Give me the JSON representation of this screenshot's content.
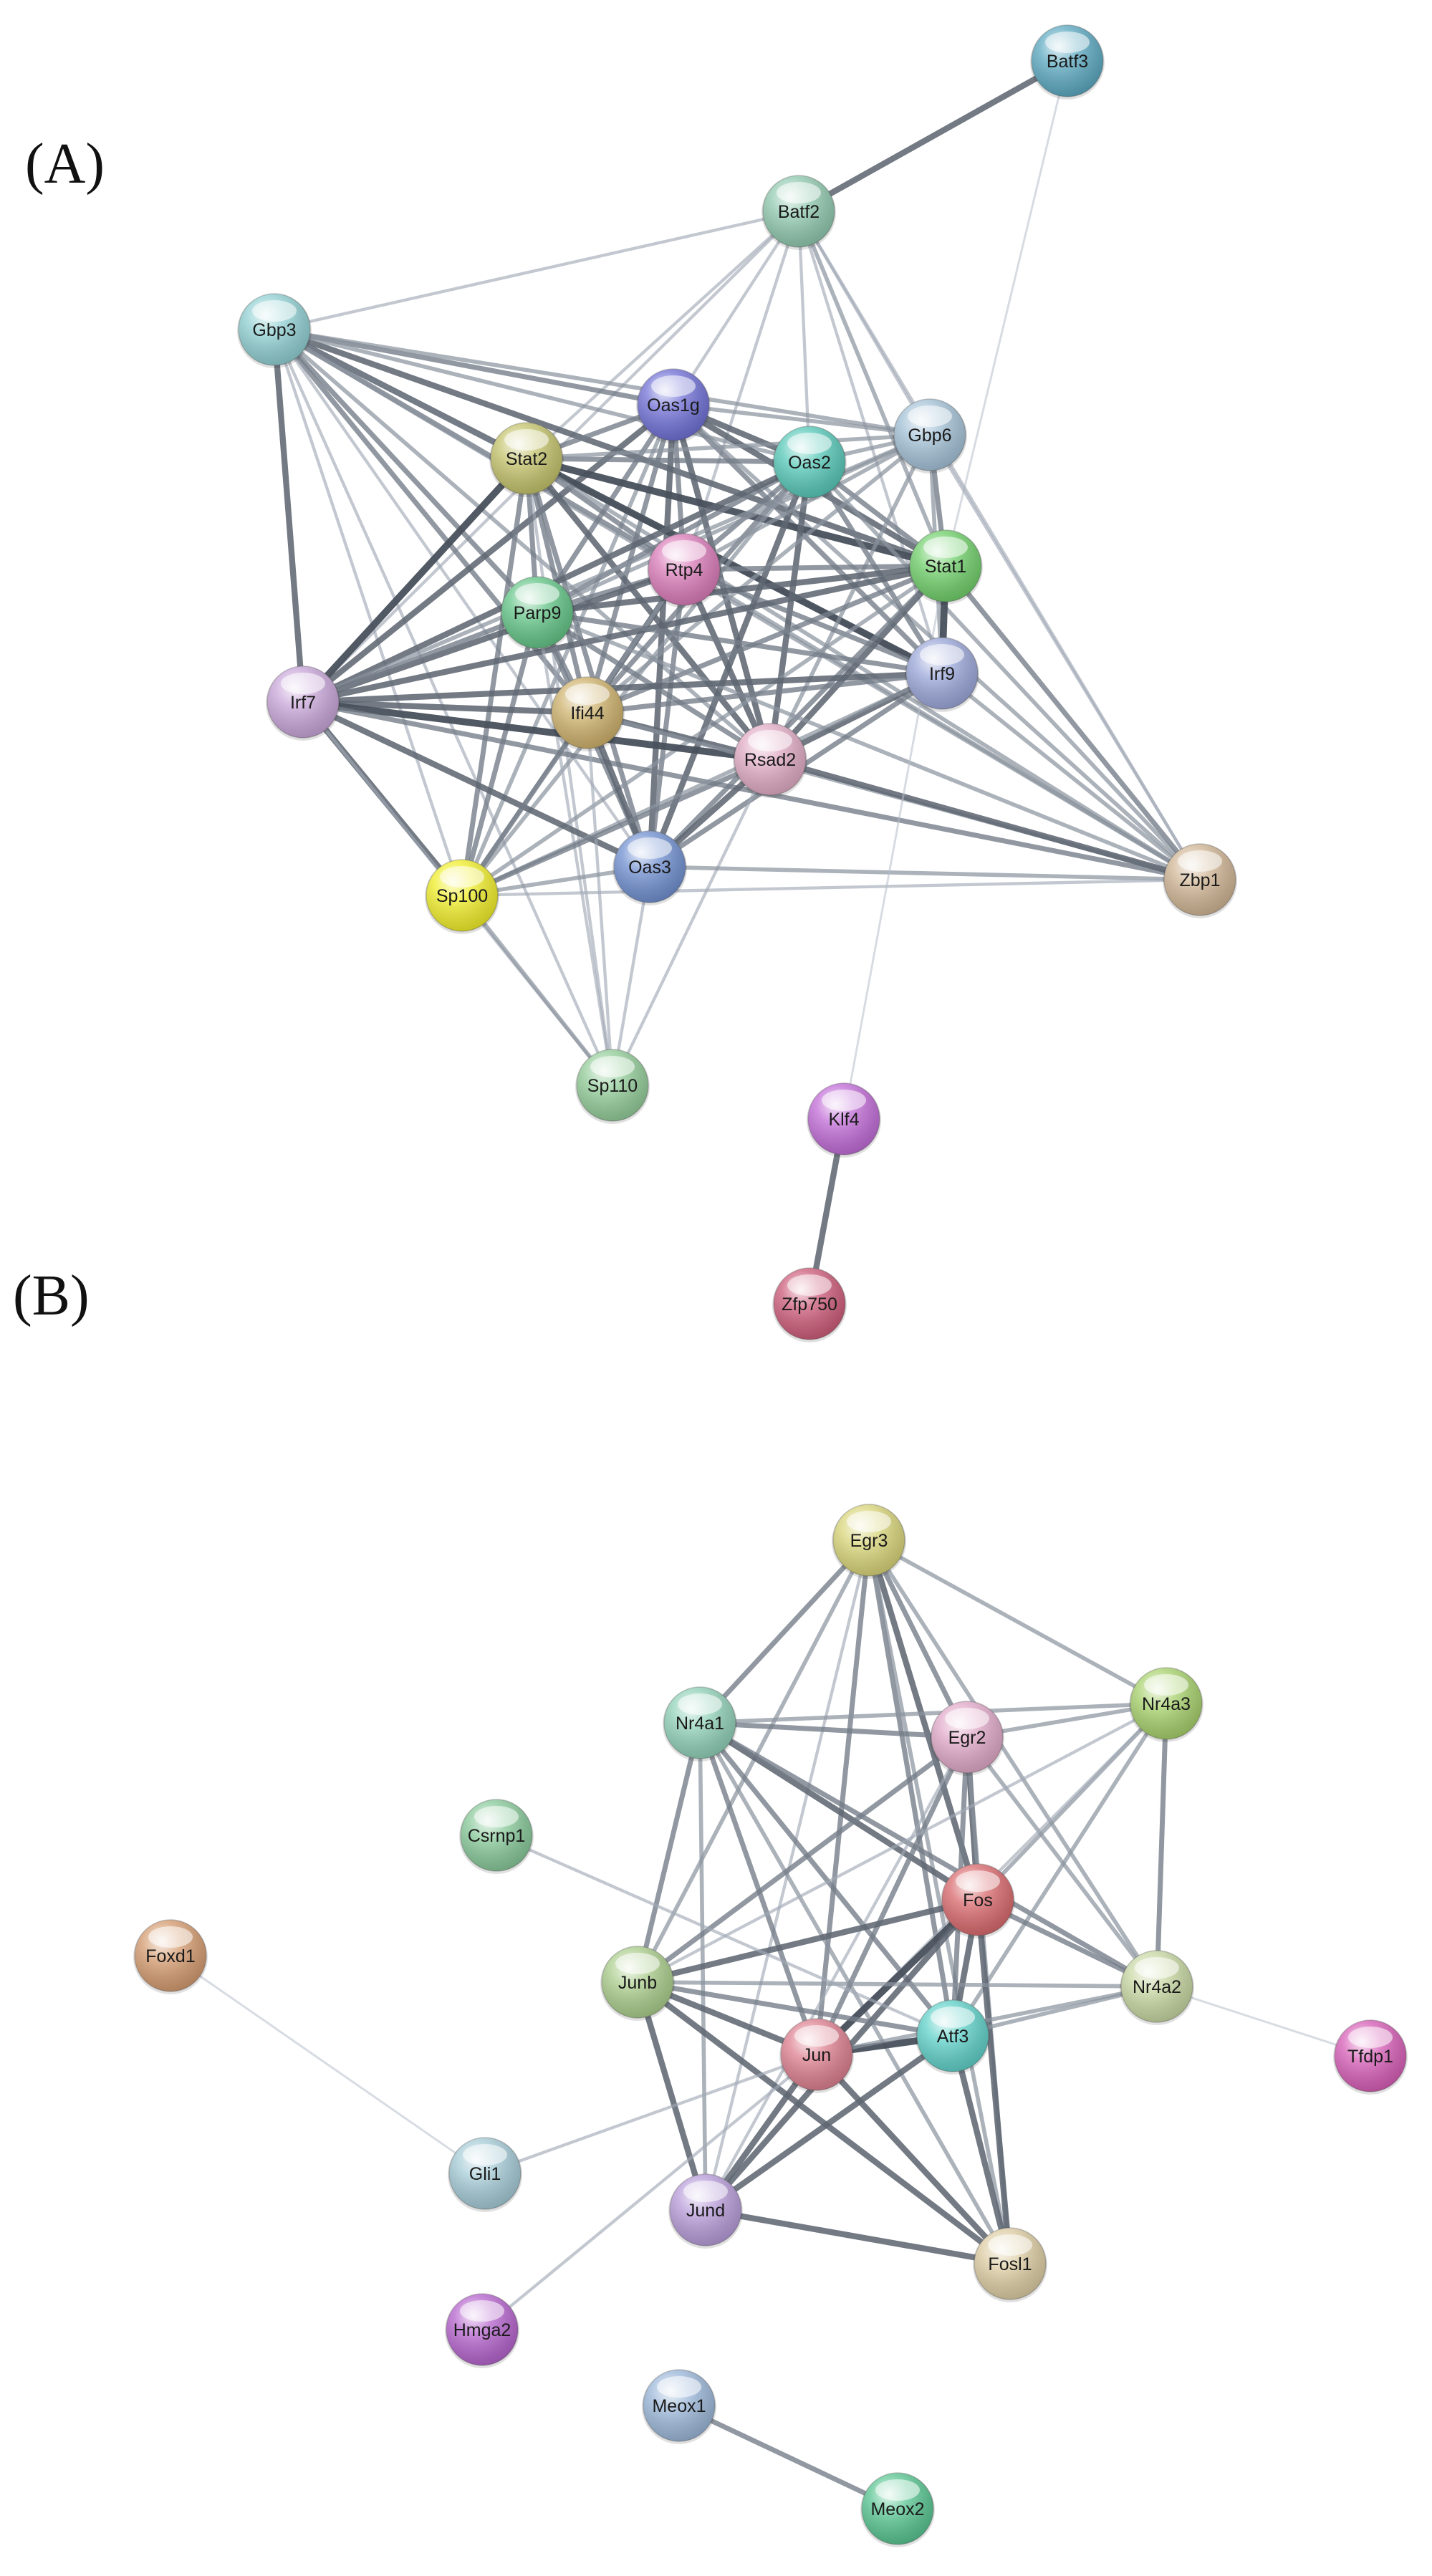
{
  "panels": [
    {
      "label": "(A)",
      "nodes": [
        {
          "id": "Batf3",
          "color": "#5aa8c0"
        },
        {
          "id": "Batf2",
          "color": "#8fc8ae"
        },
        {
          "id": "Gbp3",
          "color": "#8fcfd2"
        },
        {
          "id": "Oas1g",
          "color": "#6f6fd6"
        },
        {
          "id": "Gbp6",
          "color": "#a3c1d6"
        },
        {
          "id": "Stat2",
          "color": "#c3c26a"
        },
        {
          "id": "Oas2",
          "color": "#56c8b8"
        },
        {
          "id": "Rtp4",
          "color": "#d97ab8"
        },
        {
          "id": "Stat1",
          "color": "#6fcf6a"
        },
        {
          "id": "Parp9",
          "color": "#62c486"
        },
        {
          "id": "Irf7",
          "color": "#c7a4d8"
        },
        {
          "id": "Irf9",
          "color": "#9aa6d8"
        },
        {
          "id": "Ifi44",
          "color": "#cdb06a"
        },
        {
          "id": "Rsad2",
          "color": "#e0aac4"
        },
        {
          "id": "Zbp1",
          "color": "#cfb493"
        },
        {
          "id": "Oas3",
          "color": "#6f8fd0"
        },
        {
          "id": "Sp100",
          "color": "#f0ee28"
        },
        {
          "id": "Sp110",
          "color": "#92cc98"
        },
        {
          "id": "Klf4",
          "color": "#c06ad6"
        },
        {
          "id": "Zfp750",
          "color": "#cc5a78"
        }
      ],
      "edges": [
        [
          "Batf3",
          "Batf2",
          5
        ],
        [
          "Batf3",
          "Stat1",
          1
        ],
        [
          "Batf2",
          "Gbp3",
          2
        ],
        [
          "Batf2",
          "Oas1g",
          2
        ],
        [
          "Batf2",
          "Stat2",
          2
        ],
        [
          "Batf2",
          "Gbp6",
          2
        ],
        [
          "Batf2",
          "Oas2",
          2
        ],
        [
          "Batf2",
          "Stat1",
          3
        ],
        [
          "Batf2",
          "Irf9",
          2
        ],
        [
          "Batf2",
          "Zbp1",
          2
        ],
        [
          "Batf2",
          "Rtp4",
          2
        ],
        [
          "Batf2",
          "Irf7",
          2
        ],
        [
          "Gbp3",
          "Irf7",
          5
        ],
        [
          "Gbp3",
          "Stat2",
          5
        ],
        [
          "Gbp3",
          "Oas1g",
          4
        ],
        [
          "Gbp3",
          "Gbp6",
          3
        ],
        [
          "Gbp3",
          "Stat1",
          5
        ],
        [
          "Gbp3",
          "Irf9",
          4
        ],
        [
          "Gbp3",
          "Parp9",
          4
        ],
        [
          "Gbp3",
          "Rtp4",
          4
        ],
        [
          "Gbp3",
          "Ifi44",
          4
        ],
        [
          "Gbp3",
          "Rsad2",
          3
        ],
        [
          "Gbp3",
          "Oas3",
          2
        ],
        [
          "Gbp3",
          "Sp100",
          2
        ],
        [
          "Gbp3",
          "Zbp1",
          3
        ],
        [
          "Gbp3",
          "Oas2",
          3
        ],
        [
          "Gbp3",
          "Sp110",
          2
        ],
        [
          "Oas1g",
          "Stat2",
          4
        ],
        [
          "Oas1g",
          "Oas2",
          5
        ],
        [
          "Oas1g",
          "Gbp6",
          3
        ],
        [
          "Oas1g",
          "Rtp4",
          4
        ],
        [
          "Oas1g",
          "Stat1",
          5
        ],
        [
          "Oas1g",
          "Parp9",
          4
        ],
        [
          "Oas1g",
          "Irf7",
          5
        ],
        [
          "Oas1g",
          "Ifi44",
          4
        ],
        [
          "Oas1g",
          "Irf9",
          4
        ],
        [
          "Oas1g",
          "Rsad2",
          5
        ],
        [
          "Oas1g",
          "Oas3",
          5
        ],
        [
          "Oas1g",
          "Sp100",
          3
        ],
        [
          "Oas1g",
          "Zbp1",
          3
        ],
        [
          "Stat2",
          "Oas2",
          4
        ],
        [
          "Stat2",
          "Gbp6",
          3
        ],
        [
          "Stat2",
          "Rtp4",
          4
        ],
        [
          "Stat2",
          "Stat1",
          6
        ],
        [
          "Stat2",
          "Parp9",
          4
        ],
        [
          "Stat2",
          "Irf7",
          6
        ],
        [
          "Stat2",
          "Ifi44",
          4
        ],
        [
          "Stat2",
          "Irf9",
          6
        ],
        [
          "Stat2",
          "Rsad2",
          5
        ],
        [
          "Stat2",
          "Oas3",
          4
        ],
        [
          "Stat2",
          "Sp100",
          4
        ],
        [
          "Stat2",
          "Zbp1",
          3
        ],
        [
          "Stat2",
          "Sp110",
          2
        ],
        [
          "Oas2",
          "Gbp6",
          3
        ],
        [
          "Oas2",
          "Rtp4",
          4
        ],
        [
          "Oas2",
          "Stat1",
          4
        ],
        [
          "Oas2",
          "Parp9",
          4
        ],
        [
          "Oas2",
          "Irf7",
          5
        ],
        [
          "Oas2",
          "Ifi44",
          4
        ],
        [
          "Oas2",
          "Irf9",
          4
        ],
        [
          "Oas2",
          "Rsad2",
          5
        ],
        [
          "Oas2",
          "Oas3",
          5
        ],
        [
          "Oas2",
          "Sp100",
          3
        ],
        [
          "Oas2",
          "Zbp1",
          3
        ],
        [
          "Gbp6",
          "Stat1",
          4
        ],
        [
          "Gbp6",
          "Irf9",
          3
        ],
        [
          "Gbp6",
          "Rtp4",
          3
        ],
        [
          "Gbp6",
          "Parp9",
          3
        ],
        [
          "Gbp6",
          "Irf7",
          3
        ],
        [
          "Gbp6",
          "Ifi44",
          3
        ],
        [
          "Gbp6",
          "Rsad2",
          3
        ],
        [
          "Gbp6",
          "Zbp1",
          2
        ],
        [
          "Rtp4",
          "Stat1",
          4
        ],
        [
          "Rtp4",
          "Parp9",
          4
        ],
        [
          "Rtp4",
          "Irf7",
          5
        ],
        [
          "Rtp4",
          "Ifi44",
          5
        ],
        [
          "Rtp4",
          "Irf9",
          4
        ],
        [
          "Rtp4",
          "Rsad2",
          5
        ],
        [
          "Rtp4",
          "Oas3",
          4
        ],
        [
          "Rtp4",
          "Sp100",
          3
        ],
        [
          "Rtp4",
          "Zbp1",
          3
        ],
        [
          "Stat1",
          "Parp9",
          5
        ],
        [
          "Stat1",
          "Irf7",
          5
        ],
        [
          "Stat1",
          "Irf9",
          6
        ],
        [
          "Stat1",
          "Ifi44",
          4
        ],
        [
          "Stat1",
          "Rsad2",
          5
        ],
        [
          "Stat1",
          "Oas3",
          4
        ],
        [
          "Stat1",
          "Sp100",
          3
        ],
        [
          "Stat1",
          "Zbp1",
          4
        ],
        [
          "Parp9",
          "Irf7",
          4
        ],
        [
          "Parp9",
          "Ifi44",
          4
        ],
        [
          "Parp9",
          "Irf9",
          4
        ],
        [
          "Parp9",
          "Rsad2",
          4
        ],
        [
          "Parp9",
          "Oas3",
          4
        ],
        [
          "Parp9",
          "Sp100",
          4
        ],
        [
          "Parp9",
          "Zbp1",
          3
        ],
        [
          "Parp9",
          "Sp110",
          2
        ],
        [
          "Irf7",
          "Irf9",
          5
        ],
        [
          "Irf7",
          "Ifi44",
          5
        ],
        [
          "Irf7",
          "Rsad2",
          6
        ],
        [
          "Irf7",
          "Oas3",
          5
        ],
        [
          "Irf7",
          "Sp100",
          5
        ],
        [
          "Irf7",
          "Zbp1",
          4
        ],
        [
          "Irf7",
          "Sp110",
          2
        ],
        [
          "Irf9",
          "Ifi44",
          4
        ],
        [
          "Irf9",
          "Rsad2",
          5
        ],
        [
          "Irf9",
          "Oas3",
          4
        ],
        [
          "Irf9",
          "Sp100",
          3
        ],
        [
          "Irf9",
          "Zbp1",
          3
        ],
        [
          "Ifi44",
          "Rsad2",
          5
        ],
        [
          "Ifi44",
          "Oas3",
          5
        ],
        [
          "Ifi44",
          "Sp100",
          4
        ],
        [
          "Ifi44",
          "Zbp1",
          3
        ],
        [
          "Ifi44",
          "Sp110",
          2
        ],
        [
          "Rsad2",
          "Oas3",
          5
        ],
        [
          "Rsad2",
          "Sp100",
          4
        ],
        [
          "Rsad2",
          "Zbp1",
          5
        ],
        [
          "Rsad2",
          "Sp110",
          2
        ],
        [
          "Oas3",
          "Sp100",
          3
        ],
        [
          "Oas3",
          "Zbp1",
          3
        ],
        [
          "Oas3",
          "Sp110",
          2
        ],
        [
          "Sp100",
          "Sp110",
          3
        ],
        [
          "Sp100",
          "Zbp1",
          2
        ],
        [
          "Klf4",
          "Stat1",
          1
        ],
        [
          "Klf4",
          "Zfp750",
          5
        ]
      ]
    },
    {
      "label": "(B)",
      "nodes": [
        {
          "id": "Egr3",
          "color": "#d8d478"
        },
        {
          "id": "Nr4a1",
          "color": "#8fd0b8"
        },
        {
          "id": "Egr2",
          "color": "#e0a8c8"
        },
        {
          "id": "Nr4a3",
          "color": "#a6d06a"
        },
        {
          "id": "Csrnp1",
          "color": "#86c898"
        },
        {
          "id": "Fos",
          "color": "#d8686c"
        },
        {
          "id": "Foxd1",
          "color": "#d49a6e"
        },
        {
          "id": "Junb",
          "color": "#a9cc8a"
        },
        {
          "id": "Nr4a2",
          "color": "#c6d6a0"
        },
        {
          "id": "Atf3",
          "color": "#5ed0c8"
        },
        {
          "id": "Jun",
          "color": "#dc7e8e"
        },
        {
          "id": "Tfdp1",
          "color": "#d65cb6"
        },
        {
          "id": "Gli1",
          "color": "#a4cad6"
        },
        {
          "id": "Jund",
          "color": "#b69ad8"
        },
        {
          "id": "Fosl1",
          "color": "#dccca2"
        },
        {
          "id": "Hmga2",
          "color": "#b462cc"
        },
        {
          "id": "Meox1",
          "color": "#9ab6d8"
        },
        {
          "id": "Meox2",
          "color": "#56c490"
        }
      ],
      "edges": [
        [
          "Egr3",
          "Nr4a1",
          4
        ],
        [
          "Egr3",
          "Egr2",
          4
        ],
        [
          "Egr3",
          "Nr4a3",
          3
        ],
        [
          "Egr3",
          "Fos",
          5
        ],
        [
          "Egr3",
          "Junb",
          3
        ],
        [
          "Egr3",
          "Jun",
          4
        ],
        [
          "Egr3",
          "Atf3",
          4
        ],
        [
          "Egr3",
          "Nr4a2",
          3
        ],
        [
          "Egr3",
          "Fosl1",
          3
        ],
        [
          "Egr3",
          "Jund",
          2
        ],
        [
          "Nr4a1",
          "Egr2",
          4
        ],
        [
          "Nr4a1",
          "Nr4a3",
          3
        ],
        [
          "Nr4a1",
          "Fos",
          5
        ],
        [
          "Nr4a1",
          "Junb",
          4
        ],
        [
          "Nr4a1",
          "Jun",
          4
        ],
        [
          "Nr4a1",
          "Atf3",
          4
        ],
        [
          "Nr4a1",
          "Nr4a2",
          4
        ],
        [
          "Nr4a1",
          "Jund",
          3
        ],
        [
          "Nr4a1",
          "Fosl1",
          3
        ],
        [
          "Egr2",
          "Nr4a3",
          3
        ],
        [
          "Egr2",
          "Fos",
          5
        ],
        [
          "Egr2",
          "Junb",
          4
        ],
        [
          "Egr2",
          "Jun",
          4
        ],
        [
          "Egr2",
          "Atf3",
          4
        ],
        [
          "Egr2",
          "Nr4a2",
          3
        ],
        [
          "Egr2",
          "Jund",
          2
        ],
        [
          "Egr2",
          "Fosl1",
          3
        ],
        [
          "Nr4a3",
          "Fos",
          3
        ],
        [
          "Nr4a3",
          "Nr4a2",
          4
        ],
        [
          "Nr4a3",
          "Junb",
          2
        ],
        [
          "Nr4a3",
          "Jun",
          2
        ],
        [
          "Nr4a3",
          "Atf3",
          3
        ],
        [
          "Fos",
          "Junb",
          5
        ],
        [
          "Fos",
          "Jun",
          6
        ],
        [
          "Fos",
          "Atf3",
          5
        ],
        [
          "Fos",
          "Nr4a2",
          4
        ],
        [
          "Fos",
          "Jund",
          5
        ],
        [
          "Fos",
          "Fosl1",
          5
        ],
        [
          "Junb",
          "Jun",
          5
        ],
        [
          "Junb",
          "Atf3",
          4
        ],
        [
          "Junb",
          "Nr4a2",
          3
        ],
        [
          "Junb",
          "Jund",
          5
        ],
        [
          "Junb",
          "Fosl1",
          5
        ],
        [
          "Jun",
          "Atf3",
          6
        ],
        [
          "Jun",
          "Nr4a2",
          3
        ],
        [
          "Jun",
          "Jund",
          5
        ],
        [
          "Jun",
          "Fosl1",
          5
        ],
        [
          "Jun",
          "Gli1",
          2
        ],
        [
          "Jun",
          "Hmga2",
          2
        ],
        [
          "Atf3",
          "Nr4a2",
          3
        ],
        [
          "Atf3",
          "Jund",
          5
        ],
        [
          "Atf3",
          "Fosl1",
          5
        ],
        [
          "Jund",
          "Fosl1",
          5
        ],
        [
          "Csrnp1",
          "Atf3",
          2
        ],
        [
          "Foxd1",
          "Gli1",
          1
        ],
        [
          "Nr4a2",
          "Tfdp1",
          1
        ],
        [
          "Meox1",
          "Meox2",
          4
        ]
      ]
    }
  ]
}
